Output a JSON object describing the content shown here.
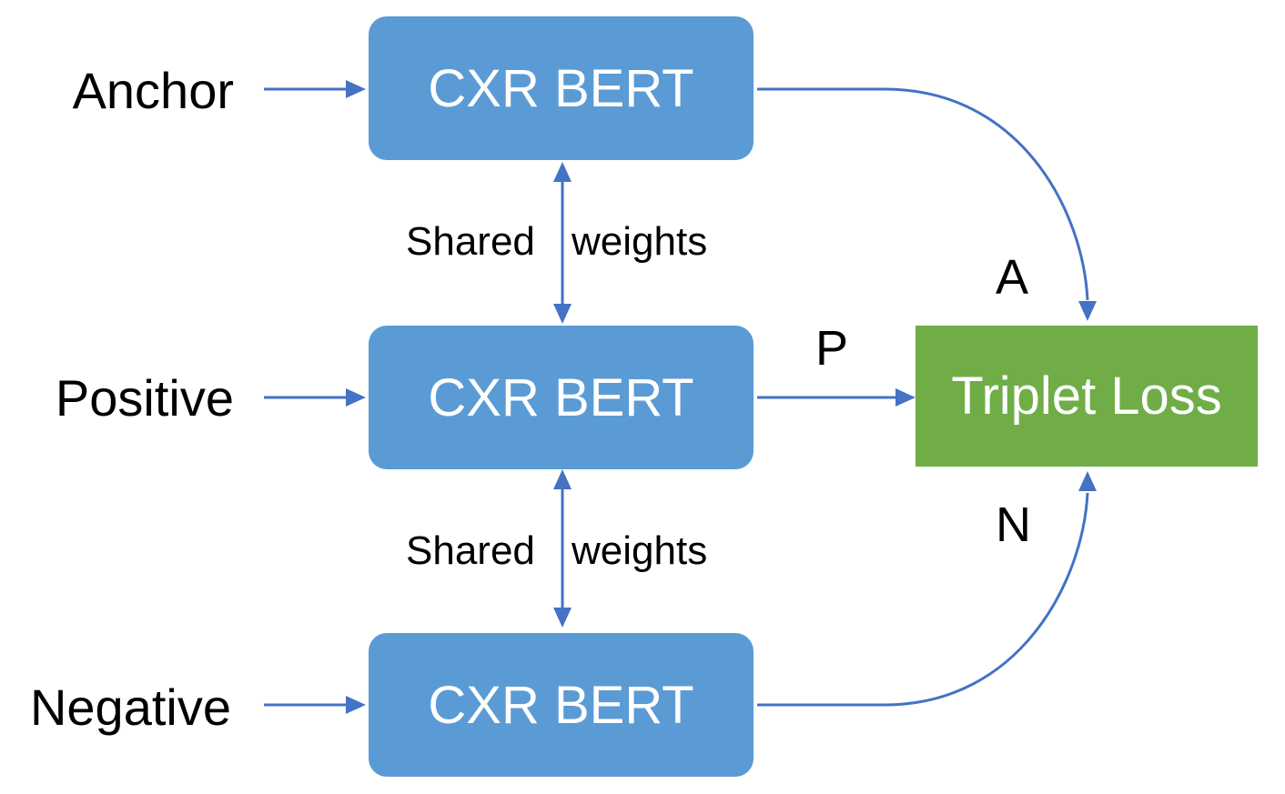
{
  "colors": {
    "encoder_fill": "#5b9bd5",
    "loss_fill": "#70ad47",
    "arrow": "#4472c4",
    "text_dark": "#000000",
    "text_light": "#ffffff"
  },
  "inputs": {
    "anchor": "Anchor",
    "positive": "Positive",
    "negative": "Negative"
  },
  "encoders": {
    "top": "CXR BERT",
    "middle": "CXR BERT",
    "bottom": "CXR BERT"
  },
  "shared_weights": {
    "upper_left": "Shared",
    "upper_right": "weights",
    "lower_left": "Shared",
    "lower_right": "weights"
  },
  "loss": {
    "label": "Triplet Loss"
  },
  "triplet_labels": {
    "a": "A",
    "p": "P",
    "n": "N"
  }
}
